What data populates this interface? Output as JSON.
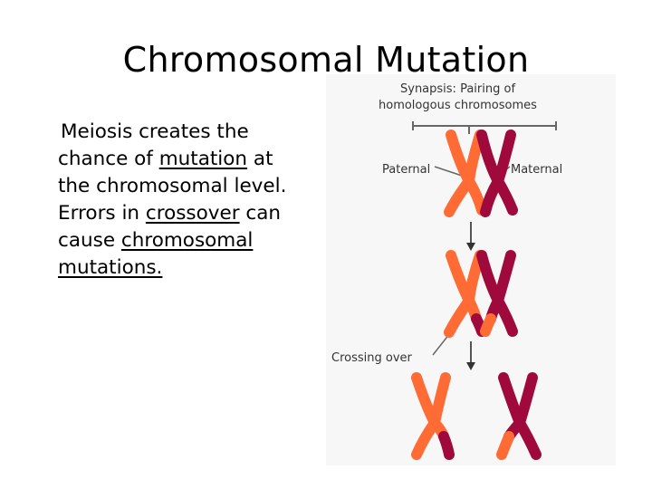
{
  "title": "Chromosomal Mutation",
  "body": {
    "lines": [
      {
        "before": "Meiosis creates the",
        "link": "",
        "after": ""
      },
      {
        "before": "chance of ",
        "link": "mutation",
        "after": " at"
      },
      {
        "before": "the chromosomal level.",
        "link": "",
        "after": ""
      },
      {
        "before": "Errors in ",
        "link": "crossover",
        "after": " can"
      },
      {
        "before": "cause ",
        "link": "chromosomal",
        "after": ""
      },
      {
        "before": "",
        "link": "mutations.",
        "after": ""
      }
    ]
  },
  "figure": {
    "synapsis_label_line1": "Synapsis: Pairing of",
    "synapsis_label_line2": "homologous chromosomes",
    "paternal_label": "Paternal",
    "maternal_label": "Maternal",
    "crossing_over_label": "Crossing over",
    "colors": {
      "paternal": "#ff6b35",
      "maternal": "#a0093c",
      "background": "#f7f7f7",
      "text": "#333333"
    }
  }
}
